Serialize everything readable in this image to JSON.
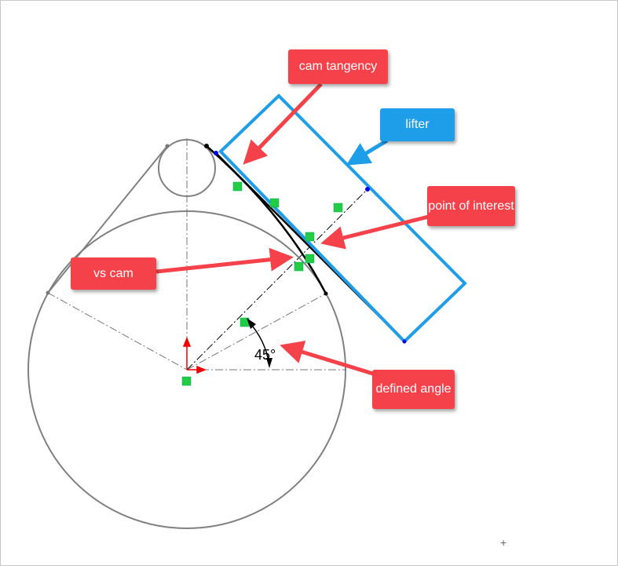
{
  "callouts": {
    "cam_tangency": "cam tangency",
    "lifter": "lifter",
    "point_of_interest": "point of interest",
    "vs_cam": "vs cam",
    "defined_angle": "defined angle"
  },
  "dimension": {
    "angle_label": "45°"
  },
  "colors": {
    "red": "#f5424a",
    "blue": "#1e9de8",
    "sketch_gray": "#808080",
    "relation_green": "#22cc44"
  }
}
